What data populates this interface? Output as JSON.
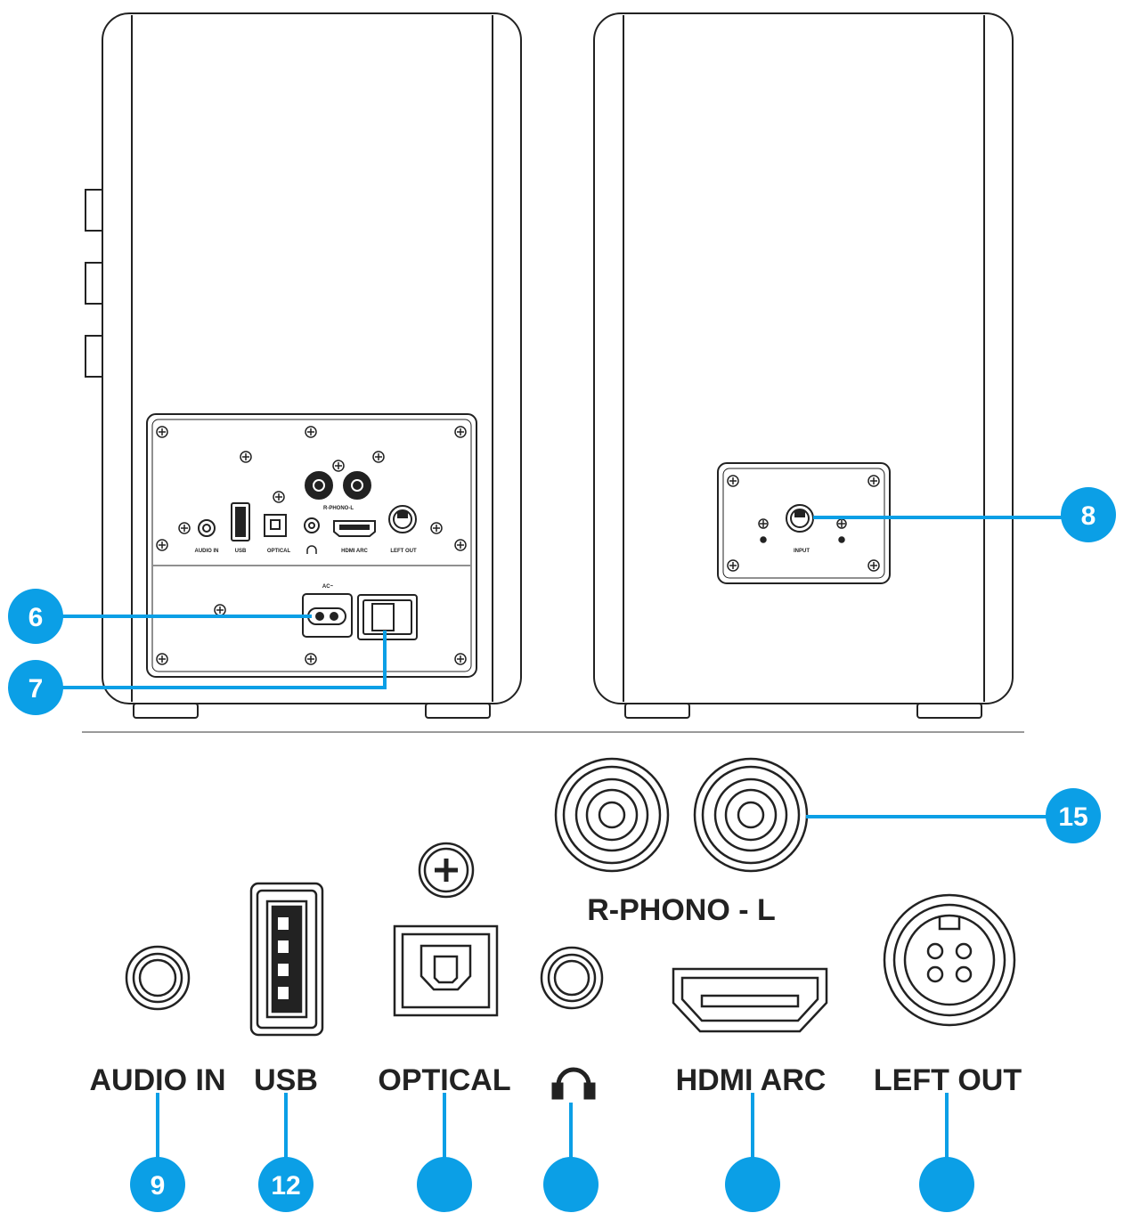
{
  "colors": {
    "callout": "#0b9fe6",
    "line": "#222222"
  },
  "top_panel": {
    "left_labels": {
      "audio_in": "AUDIO IN",
      "usb": "USB",
      "optical": "OPTICAL",
      "hdmi_arc": "HDMI ARC",
      "left_out": "LEFT OUT",
      "phono": "R-PHONO-L",
      "ac": "AC~"
    },
    "right_labels": {
      "input": "INPUT"
    }
  },
  "closeup_labels": {
    "audio_in": "AUDIO IN",
    "usb": "USB",
    "optical": "OPTICAL",
    "hdmi_arc": "HDMI ARC",
    "left_out": "LEFT OUT",
    "phono": "R-PHONO - L"
  },
  "callouts": {
    "c6": "6",
    "c7": "7",
    "c8": "8",
    "c15": "15",
    "c9": "9",
    "c12": "12"
  },
  "icons": [
    "headphone-icon",
    "screw-icon"
  ]
}
